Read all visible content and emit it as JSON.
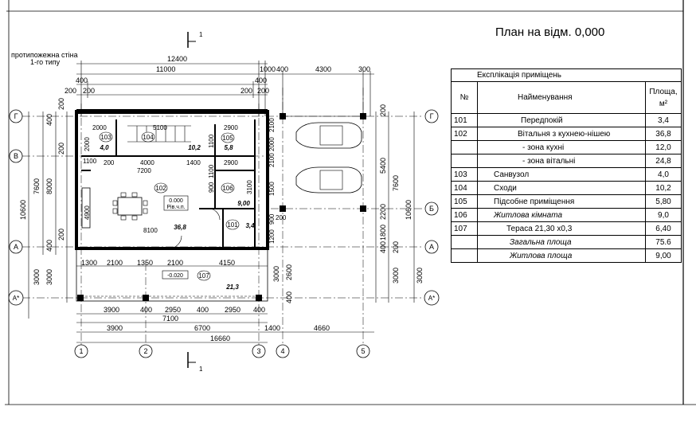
{
  "title": "План на відм. 0,000",
  "section_mark": "1",
  "wall_note_line1": "протипожежна стіна",
  "wall_note_line2": "1-го типу",
  "axes": {
    "rows": [
      "Г",
      "В",
      "Б",
      "А",
      "А*"
    ],
    "cols": [
      "1",
      "2",
      "3",
      "4",
      "5"
    ]
  },
  "dims": {
    "top": [
      "12400",
      "11000",
      "1000",
      "400",
      "4300",
      "300",
      "400",
      "400",
      "200",
      "200",
      "200",
      "200"
    ],
    "inner": [
      "2000",
      "5100",
      "2900",
      "1100",
      "200",
      "4000",
      "1400",
      "2900",
      "7200",
      "2100",
      "3100",
      "1500",
      "900",
      "1200",
      "900",
      "200",
      "8100",
      "2000",
      "2100",
      "1100",
      "1100"
    ],
    "bottom_row1": [
      "1300",
      "2100",
      "1350",
      "2100",
      "4150"
    ],
    "bottom_row2": [
      "3900",
      "400",
      "2950",
      "400",
      "2950",
      "400"
    ],
    "bottom_total1": "7100",
    "bottom_row3": [
      "3900",
      "6700",
      "1400",
      "4660"
    ],
    "bottom_total2": "16660",
    "left": [
      "400",
      "200",
      "200",
      "7600",
      "8000",
      "10600",
      "400",
      "200",
      "3000",
      "3000"
    ],
    "right": [
      "200",
      "5400",
      "2200",
      "1800",
      "400",
      "7600",
      "10600",
      "200",
      "3000",
      "3000",
      "2600",
      "3000",
      "400"
    ],
    "mid": [
      "2000",
      "2100",
      "1200",
      "400",
      "4900"
    ]
  },
  "room_labels": {
    "r101": "101",
    "r102": "102",
    "r103": "103",
    "r104": "104",
    "r105": "105",
    "r106": "106",
    "r107": "107",
    "a101": "3,4",
    "a102": "36,8",
    "a103": "4,0",
    "a104": "10,2",
    "a105": "5,8",
    "a106": "9,00",
    "a107": "21,3",
    "level_main": "0.000",
    "level_main2": "Рів.ч.п.",
    "level_terrace": "-0.020"
  },
  "table": {
    "heading": "Експлікація приміщень",
    "col_no": "№",
    "col_name": "Найменування",
    "col_area_1": "Площа,",
    "col_area_2": "м²",
    "rows": [
      {
        "no": "101",
        "name": "Передпокій",
        "area": "3,4"
      },
      {
        "no": "102",
        "name": "Вітальня з кухнею-нішею",
        "area": "36,8"
      },
      {
        "no": "",
        "name": "- зона кухні",
        "area": "12,0"
      },
      {
        "no": "",
        "name": "- зона вітальні",
        "area": "24,8"
      },
      {
        "no": "103",
        "name": "Санвузол",
        "area": "4,0"
      },
      {
        "no": "104",
        "name": "Сходи",
        "area": "10,2"
      },
      {
        "no": "105",
        "name": "Підсобне приміщення",
        "area": "5,80"
      },
      {
        "no": "106",
        "name": "Житлова кімната",
        "area": "9,0"
      },
      {
        "no": "107",
        "name": "Тераса 21,30 х0,3",
        "area": "6,40"
      },
      {
        "no": "",
        "name": "Загальна площа",
        "area": "75.6"
      },
      {
        "no": "",
        "name": "Житлова площа",
        "area": "9,00"
      }
    ]
  }
}
